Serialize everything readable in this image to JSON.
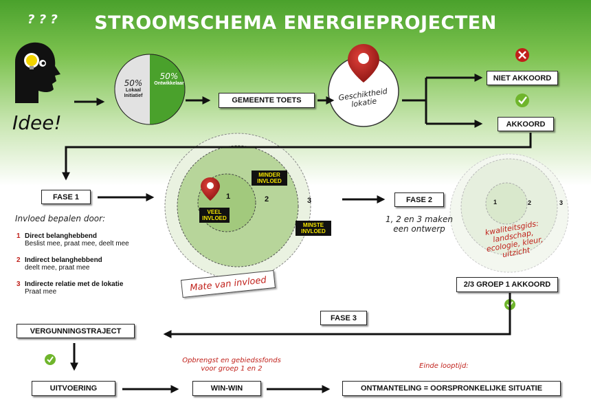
{
  "title": "STROOMSCHEMA ENERGIEPROJECTEN",
  "idee": {
    "label": "Idee!",
    "question_marks": "? ? ?"
  },
  "pie": {
    "left_pct": "50%",
    "left_label": "Lokaal Initiatief",
    "right_pct": "50%",
    "right_label": "Ontwikkelaar"
  },
  "steps": {
    "gemeente_toets": "GEMEENTE TOETS",
    "geschiktheid": "Geschiktheid lokatie",
    "niet_akkoord": "NIET AKKOORD",
    "akkoord": "AKKOORD",
    "fase1": "FASE 1",
    "fase2": "FASE 2",
    "fase3": "FASE 3",
    "groep_akkoord": "2/3 GROEP 1 AKKOORD",
    "vergunning": "VERGUNNINGSTRAJECT",
    "uitvoering": "UITVOERING",
    "winwin": "WIN-WIN",
    "ontmanteling": "ONTMANTELING = OORSPRONKELIJKE SITUATIE"
  },
  "invloed": {
    "intro": "Invloed bepalen door:",
    "items": [
      {
        "num": "1",
        "title": "Direct belanghebbend",
        "sub": "Beslist mee, praat mee, deelt mee"
      },
      {
        "num": "2",
        "title": "Indirect belanghebbend",
        "sub": "deelt mee, praat mee"
      },
      {
        "num": "3",
        "title": "Indirecte relatie met de lokatie",
        "sub": "Praat mee"
      }
    ]
  },
  "circles1": {
    "n1": "1",
    "n2": "2",
    "n3": "3",
    "veel": "VEEL INVLOED",
    "minder": "MINDER INVLOED",
    "minste": "MINSTE INVLOED",
    "mate": "Mate van invloed"
  },
  "fase2_note": "1, 2 en 3 maken een ontwerp",
  "circles2": {
    "n1": "1",
    "n2": "2",
    "n3": "3",
    "note": "kwaliteitsgids: landschap, ecologie, kleur, uitzicht"
  },
  "opbrengst_note": "Opbrengst en gebiedssfonds voor groep 1 en 2",
  "einde_note": "Einde looptijd:",
  "colors": {
    "green": "#4aa12c",
    "red": "#c0201a",
    "tag_bg": "#111111",
    "tag_text": "#f4e400"
  }
}
